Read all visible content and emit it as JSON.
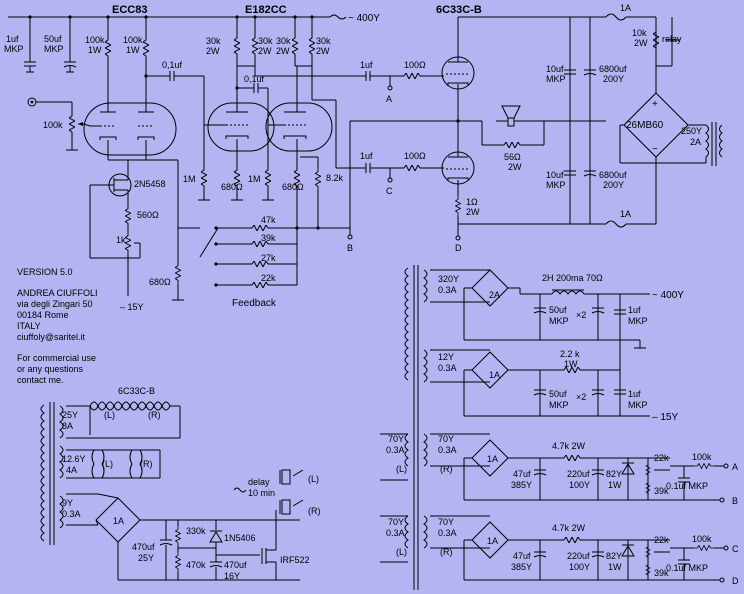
{
  "tubes": {
    "ecc83": "ECC83",
    "e182cc": "E182CC",
    "out": "6C33C-B"
  },
  "supplies": {
    "b400": "~ 400Y",
    "b400b": "~ 400Y",
    "neg15": "– 15Y",
    "neg15b": "– 15Y"
  },
  "caps_top": {
    "c1": "1uf",
    "c1b": "MKP",
    "c2": "50uf",
    "c2b": "MKP",
    "c01": "0,1uf",
    "c01b": "0,1uf"
  },
  "res_top": {
    "r1": "100k",
    "r1b": "1W",
    "r2": "100k",
    "r2b": "1W",
    "r3": "30k",
    "r3b": "2W",
    "r4": "30k",
    "r4b": "2W",
    "r5": "30k",
    "r5b": "2W",
    "r6": "30k",
    "r6b": "2W"
  },
  "input": {
    "pot": "100k",
    "jfet": "2N5458",
    "r560": "560Ω",
    "pot1k": "1k",
    "r680": "680Ω",
    "neg15": "– 15Y"
  },
  "stage2": {
    "r1m": "1M",
    "r1mb": "1M",
    "r680a": "680Ω",
    "r680b": "680Ω",
    "r82k": "8.2k"
  },
  "feedback": {
    "label": "Feedback",
    "r47": "47k",
    "r39": "39k",
    "r27": "27k",
    "r22": "22k",
    "node": "B"
  },
  "output": {
    "c1uf": "1uf",
    "c1ufb": "1uf",
    "r100a": "100Ω",
    "r100b": "100Ω",
    "nodeA": "A",
    "nodeC": "C",
    "r56": "56Ω",
    "r56w": "2W",
    "r1": "1Ω",
    "r1w": "2W",
    "nodeD": "D",
    "c10a": "10uf",
    "c10am": "MKP",
    "c10b": "10uf",
    "c10bm": "MKP",
    "c6800a": "6800uf",
    "c6800av": "200Y",
    "c6800b": "6800uf",
    "c6800bv": "200Y",
    "fuse1": "1A",
    "fuse2": "1A",
    "r10k": "10k",
    "r10kw": "2W",
    "relay": "relay",
    "bridge": "26MB60",
    "xf": "250Y",
    "xfa": "2A"
  },
  "info": {
    "version": "VERSION 5.0",
    "name": "ANDREA CIUFFOLI",
    "street": "via degli Zingari 50",
    "city": "00184 Rome",
    "country": "ITALY",
    "email": "ciuffoly@saritel.it",
    "n1": "For commercial use",
    "n2": "or any questions",
    "n3": "contact me."
  },
  "heater": {
    "title": "6C33C-B",
    "w1": "25Y",
    "w1a": "8A",
    "L": "(L)",
    "R": "(R)",
    "w2": "12.6Y",
    "w2a": "4A",
    "L2": "(L)",
    "R2": "(R)",
    "w3": "9Y",
    "w3a": "0.3A",
    "br": "1A",
    "c470": "470uf",
    "c470v": "25Y",
    "r330": "330k",
    "r470": "470k",
    "d": "1N5406",
    "c470b": "470uf",
    "c470bv": "16Y",
    "fet": "IRF522",
    "delay": "delay",
    "delay2": "10 min",
    "oL": "(L)",
    "oR": "(R)"
  },
  "hv": {
    "w1": "320Y",
    "w1a": "0.3A",
    "br1": "2A",
    "choke": "2H 200ma 70Ω",
    "c50": "50uf",
    "c50m": "MKP",
    "x2": "×2",
    "c1": "1uf",
    "c1m": "MKP",
    "out": "~ 400Y",
    "w2": "12Y",
    "w2a": "0.3A",
    "br2": "1A",
    "r22k": "2.2 k",
    "r22kw": "1W",
    "c50b": "50uf",
    "c50bm": "MKP",
    "x2b": "×2",
    "c1b": "1uf",
    "c1bm": "MKP",
    "out2": "– 15Y"
  },
  "bias1": {
    "pw": "70Y",
    "pwa": "0.3A",
    "pL": "(L)",
    "w": "70Y",
    "wa": "0.3A",
    "wR": "(R)",
    "br": "1A",
    "c47": "47uf",
    "c47v": "385Y",
    "r47k": "4.7k 2W",
    "c220": "220uf",
    "c220v": "100Y",
    "z": "82Y",
    "zw": "1W",
    "p22": "22k",
    "r39": "39k",
    "r100": "100k",
    "c01": "0.1uf MKP",
    "nA": "A",
    "nB": "B"
  },
  "bias2": {
    "pw": "70Y",
    "pwa": "0.3A",
    "pL": "(L)",
    "w": "70Y",
    "wa": "0.3A",
    "wR": "(R)",
    "br": "1A",
    "c47": "47uf",
    "c47v": "385Y",
    "r47k": "4.7k 2W",
    "c220": "220uf",
    "c220v": "100Y",
    "z": "82Y",
    "zw": "1W",
    "p22": "22k",
    "r39": "39k",
    "r100": "100k",
    "c01": "0.1uf MKP",
    "nC": "C",
    "nD": "D"
  }
}
